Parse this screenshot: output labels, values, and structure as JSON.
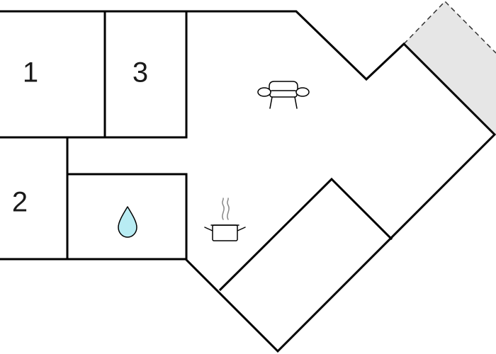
{
  "rooms": [
    {
      "id": "room-1",
      "label": "1"
    },
    {
      "id": "room-2",
      "label": "2"
    },
    {
      "id": "room-3",
      "label": "3"
    }
  ],
  "icons": {
    "living_area": "armchair-icon",
    "kitchen": "cooking-pot-icon",
    "bathroom": "water-drop-icon"
  },
  "colors": {
    "walls": "#000000",
    "terrace": "#e6e6e6",
    "water": "#b8ecf3",
    "background": "#ffffff"
  }
}
